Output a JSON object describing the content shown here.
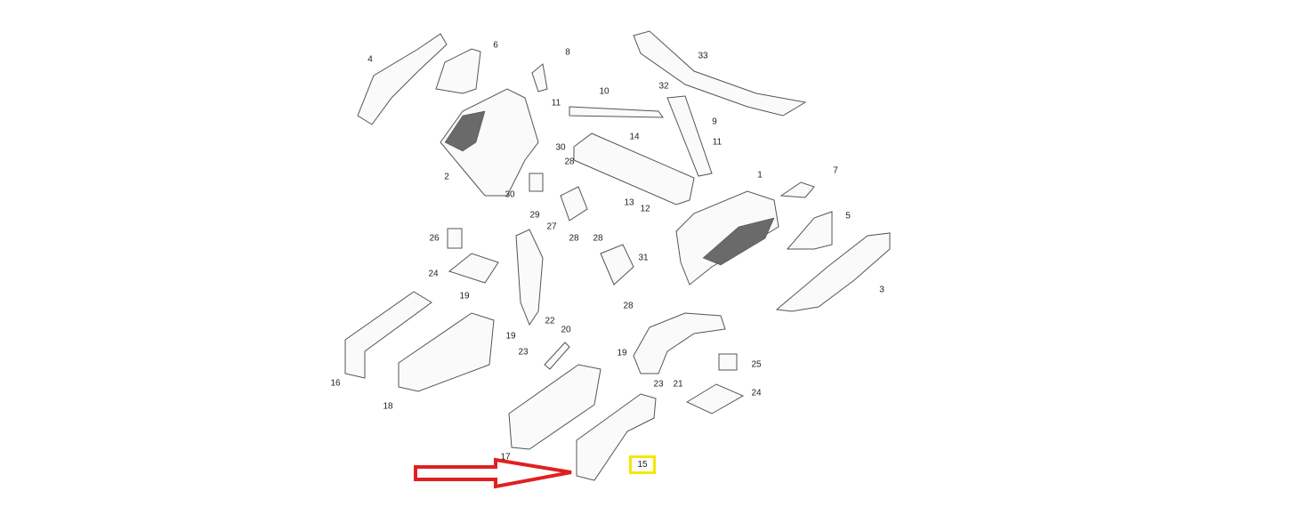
{
  "diagram": {
    "callouts": [
      "4",
      "6",
      "8",
      "33",
      "11",
      "10",
      "32",
      "9",
      "11",
      "14",
      "30",
      "28",
      "2",
      "30",
      "29",
      "27",
      "28",
      "13",
      "12",
      "1",
      "7",
      "5",
      "3",
      "26",
      "24",
      "28",
      "31",
      "19",
      "22",
      "20",
      "28",
      "19",
      "23",
      "25",
      "16",
      "18",
      "19",
      "23",
      "21",
      "24",
      "17"
    ],
    "highlighted_callout": "15",
    "highlight_color": "#f7e600",
    "arrow_color": "#e02020"
  }
}
